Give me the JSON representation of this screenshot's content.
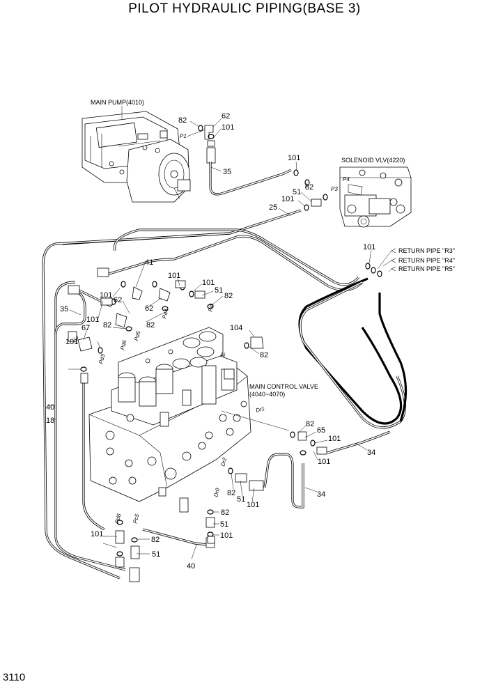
{
  "title": "PILOT HYDRAULIC PIPING(BASE 3)",
  "page_number": "3110",
  "components": {
    "main_pump": "MAIN PUMP(4010)",
    "solenoid_valve": "SOLENOID VLV(4220)",
    "main_control_valve": "MAIN CONTROL VALVE",
    "main_control_valve_sub": "(4040~4070)"
  },
  "return_pipes": [
    "RETURN PIPE \"R3\"",
    "RETURN PIPE \"R4\"",
    "RETURN PIPE \"R5\""
  ],
  "port_labels": [
    "P1",
    "P3",
    "P4",
    "Pa4",
    "Pd5",
    "Pd6",
    "Pd3",
    "Pi0",
    "Ai",
    "Dr1",
    "Dr2",
    "Dr0",
    "Pd6",
    "Pc5"
  ],
  "part_numbers": [
    "82",
    "62",
    "101",
    "35",
    "101",
    "82",
    "51",
    "101",
    "25",
    "101",
    "41",
    "101",
    "62",
    "101",
    "101",
    "51",
    "82",
    "62",
    "82",
    "35",
    "101",
    "82",
    "67",
    "101",
    "104",
    "82",
    "82",
    "65",
    "101",
    "101",
    "34",
    "34",
    "40",
    "18",
    "82",
    "51",
    "101",
    "51",
    "101",
    "101",
    "82",
    "51",
    "40"
  ]
}
